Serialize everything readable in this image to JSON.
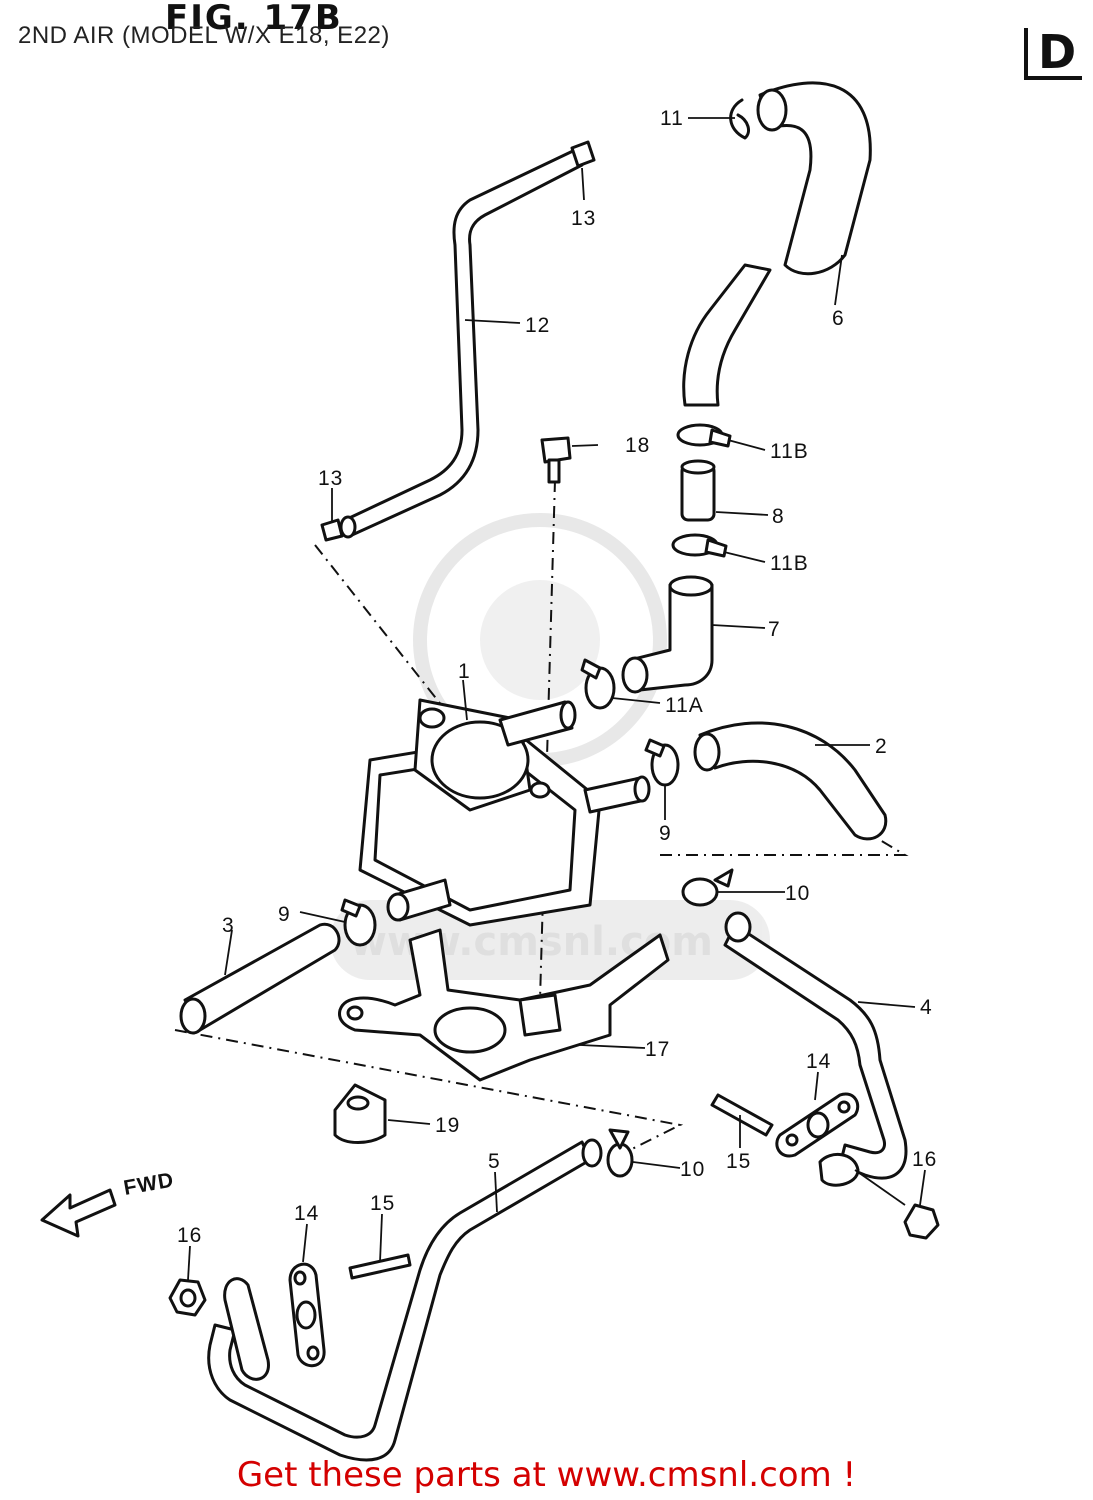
{
  "header": {
    "figure_title": "FIG. 17B",
    "caption": "2ND AIR (MODEL W/X E18, E22)",
    "section_letter": "D"
  },
  "fwd_label": "FWD",
  "watermark": "www.cmsnl.com",
  "part_labels": {
    "p1": "1",
    "p2": "2",
    "p3": "3",
    "p4": "4",
    "p5": "5",
    "p6": "6",
    "p7": "7",
    "p8": "8",
    "p9a": "9",
    "p9b": "9",
    "p10a": "10",
    "p10b": "10",
    "p11": "11",
    "p11a": "11A",
    "p11b1": "11B",
    "p11b2": "11B",
    "p12": "12",
    "p13a": "13",
    "p13b": "13",
    "p14a": "14",
    "p14b": "14",
    "p15a": "15",
    "p15b": "15",
    "p16a": "16",
    "p16b": "16",
    "p17": "17",
    "p18": "18",
    "p19": "19"
  },
  "footer": {
    "text": "Get these parts at www.cmsnl.com !"
  },
  "colors": {
    "line": "#111111",
    "footer": "#d40000",
    "watermark": "#e6e6e6"
  }
}
